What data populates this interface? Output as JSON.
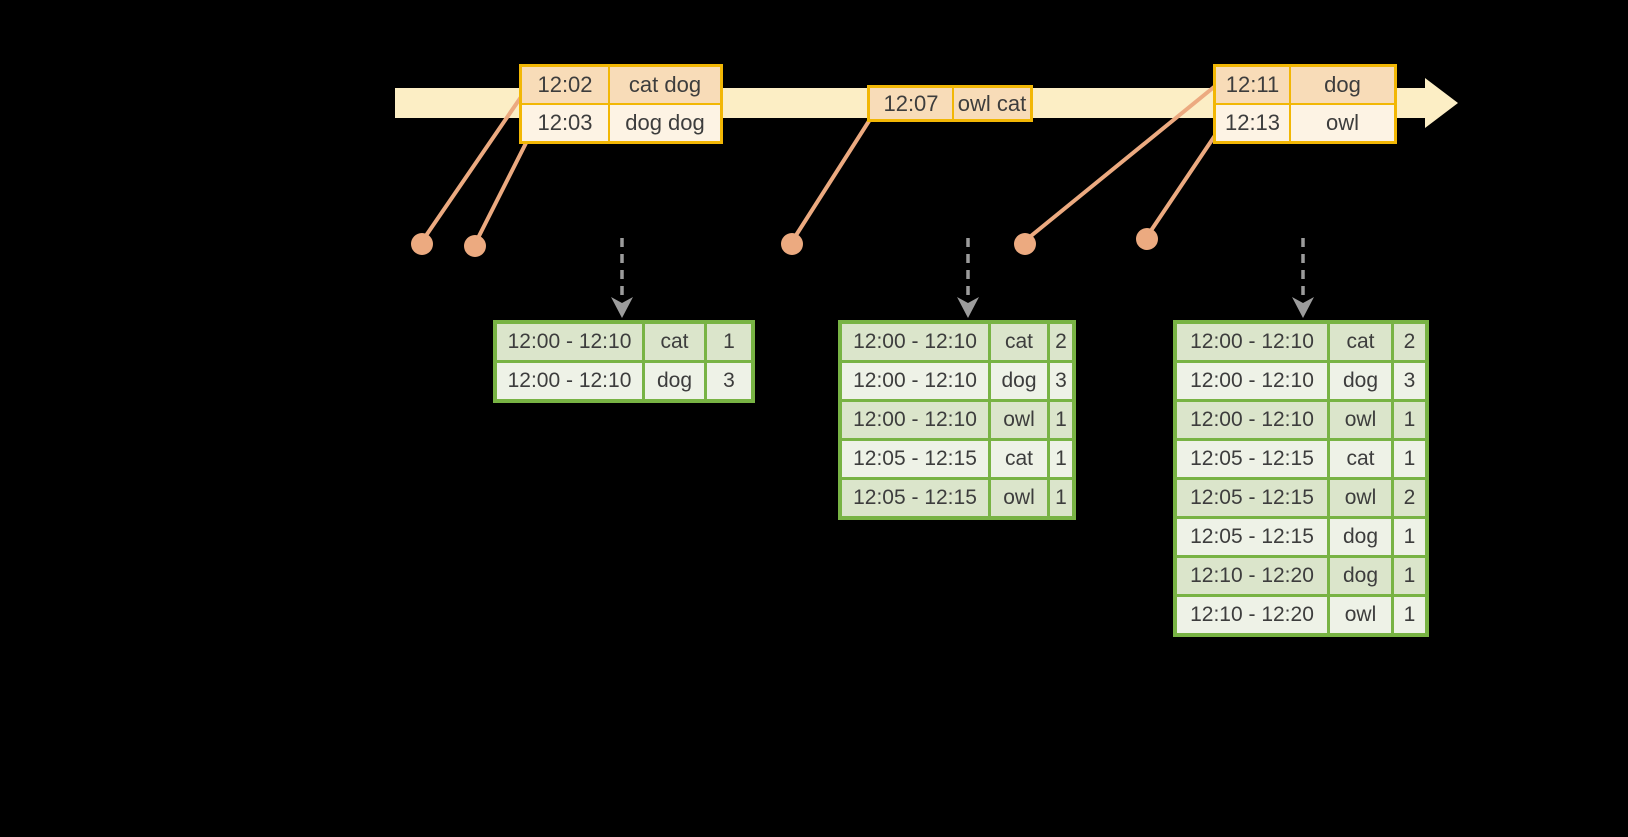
{
  "colors": {
    "background": "#000000",
    "timeline_band": "#fceec5",
    "event_table_border": "#f2b705",
    "event_cell_dark": "#f8dcb8",
    "event_cell_light": "#fdf3e4",
    "connector_salmon": "#ecaa80",
    "result_table_border": "#78b344",
    "result_cell_dark": "#dbe5cb",
    "result_cell_light": "#eef2e7",
    "trigger_arrow_gray": "#9c9c9c",
    "text": "#3d3d3d"
  },
  "event_tables": [
    {
      "rows": [
        {
          "time": "12:02",
          "words": "cat dog"
        },
        {
          "time": "12:03",
          "words": "dog dog"
        }
      ]
    },
    {
      "rows": [
        {
          "time": "12:07",
          "words": "owl cat"
        }
      ]
    },
    {
      "rows": [
        {
          "time": "12:11",
          "words": "dog"
        },
        {
          "time": "12:13",
          "words": "owl"
        }
      ]
    }
  ],
  "result_tables": [
    {
      "rows": [
        {
          "window": "12:00 - 12:10",
          "word": "cat",
          "count": "1"
        },
        {
          "window": "12:00 - 12:10",
          "word": "dog",
          "count": "3"
        }
      ]
    },
    {
      "rows": [
        {
          "window": "12:00 - 12:10",
          "word": "cat",
          "count": "2"
        },
        {
          "window": "12:00 - 12:10",
          "word": "dog",
          "count": "3"
        },
        {
          "window": "12:00 - 12:10",
          "word": "owl",
          "count": "1"
        },
        {
          "window": "12:05 - 12:15",
          "word": "cat",
          "count": "1"
        },
        {
          "window": "12:05 - 12:15",
          "word": "owl",
          "count": "1"
        }
      ]
    },
    {
      "rows": [
        {
          "window": "12:00 - 12:10",
          "word": "cat",
          "count": "2"
        },
        {
          "window": "12:00 - 12:10",
          "word": "dog",
          "count": "3"
        },
        {
          "window": "12:00 - 12:10",
          "word": "owl",
          "count": "1"
        },
        {
          "window": "12:05 - 12:15",
          "word": "cat",
          "count": "1"
        },
        {
          "window": "12:05 - 12:15",
          "word": "owl",
          "count": "2"
        },
        {
          "window": "12:05 - 12:15",
          "word": "dog",
          "count": "1"
        },
        {
          "window": "12:10 - 12:20",
          "word": "dog",
          "count": "1"
        },
        {
          "window": "12:10 - 12:20",
          "word": "owl",
          "count": "1"
        }
      ]
    }
  ]
}
